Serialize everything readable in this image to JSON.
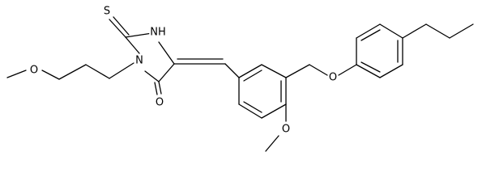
{
  "molecule": {
    "atoms": [
      {
        "id": "S",
        "label": "S"
      },
      {
        "id": "NH",
        "label": "NH"
      },
      {
        "id": "N1",
        "label": "N"
      },
      {
        "id": "O1",
        "label": "O"
      },
      {
        "id": "OMe",
        "label": "O"
      },
      {
        "id": "OC",
        "label": "O"
      },
      {
        "id": "OE",
        "label": "O"
      }
    ]
  },
  "colors": {
    "ink": "#000000",
    "background": "#ffffff"
  }
}
